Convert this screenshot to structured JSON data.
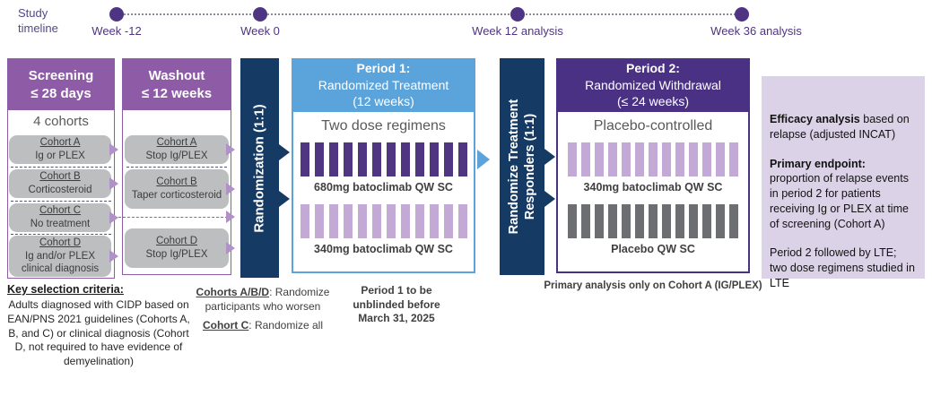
{
  "colors": {
    "purple_header": "#8E5BA7",
    "dark_purple": "#4A3184",
    "light_blue": "#5BA3DB",
    "navy": "#153A64",
    "light_purple_bar": "#C3A9D6",
    "dark_purple_bar": "#4F3582",
    "placebo_gray_bar": "#6D6E71",
    "chip_gray": "#BDBEC0",
    "side_panel": "#DCD2E8",
    "timeline_purple": "#4F3483"
  },
  "timeline": {
    "label": "Study timeline",
    "milestones": [
      {
        "label": "Week -12"
      },
      {
        "label": "Week 0"
      },
      {
        "label": "Week 12 analysis"
      },
      {
        "label": "Week 36 analysis"
      }
    ]
  },
  "screening": {
    "header_line1": "Screening",
    "header_line2": "≤ 28 days",
    "subtitle": "4 cohorts",
    "cohorts": [
      {
        "title": "Cohort A",
        "desc": "Ig or PLEX"
      },
      {
        "title": "Cohort B",
        "desc": "Corticosteroid"
      },
      {
        "title": "Cohort C",
        "desc": "No treatment"
      },
      {
        "title": "Cohort D",
        "desc": "Ig and/or PLEX clinical diagnosis"
      }
    ],
    "footnote_heading": "Key selection criteria:",
    "footnote_body": "Adults diagnosed with CIDP based on EAN/PNS 2021 guidelines (Cohorts A, B, and C) or clinical diagnosis (Cohort D, not required to have evidence of demyelination)"
  },
  "washout": {
    "header_line1": "Washout",
    "header_line2": "≤ 12 weeks",
    "cohorts": [
      {
        "title": "Cohort A",
        "desc": "Stop Ig/PLEX"
      },
      {
        "title": "Cohort B",
        "desc": "Taper corticosteroid"
      },
      {
        "title": "Cohort D",
        "desc": "Stop Ig/PLEX"
      }
    ],
    "footnote_line1_bold": "Cohorts A/B/D",
    "footnote_line1_rest": ": Randomize participants who worsen",
    "footnote_line2_bold": "Cohort C",
    "footnote_line2_rest": ": Randomize all"
  },
  "randomization1": {
    "label": "Randomization (1:1)"
  },
  "period1": {
    "header_line1": "Period 1:",
    "header_line2": "Randomized Treatment",
    "header_line3": "(12 weeks)",
    "subtitle": "Two dose regimens",
    "rows": [
      {
        "label": "680mg batoclimab QW SC",
        "bars": 12,
        "color": "#4F3582"
      },
      {
        "label": "340mg batoclimab QW SC",
        "bars": 12,
        "color": "#C3A9D6"
      }
    ],
    "footnote": "Period 1 to be unblinded before March 31, 2025"
  },
  "randomization2": {
    "label_line1": "Randomize Treatment",
    "label_line2": "Responders (1:1)"
  },
  "period2": {
    "header_line1": "Period 2:",
    "header_line2": "Randomized Withdrawal",
    "header_line3": "(≤ 24 weeks)",
    "subtitle": "Placebo-controlled",
    "rows": [
      {
        "label": "340mg batoclimab QW SC",
        "bars": 13,
        "color": "#C3A9D6"
      },
      {
        "label": "Placebo QW SC",
        "bars": 13,
        "color": "#6D6E71"
      }
    ],
    "footnote": "Primary analysis only on Cohort A (IG/PLEX)"
  },
  "side_panel": {
    "p1_bold": "Efficacy analysis",
    "p1_rest": " based on relapse (adjusted INCAT)",
    "p2_bold": "Primary endpoint:",
    "p2_rest": " proportion of relapse events in period 2 for patients receiving Ig or PLEX at time of screening (Cohort A)",
    "p3": "Period 2 followed by LTE; two dose regimens studied in LTE"
  }
}
